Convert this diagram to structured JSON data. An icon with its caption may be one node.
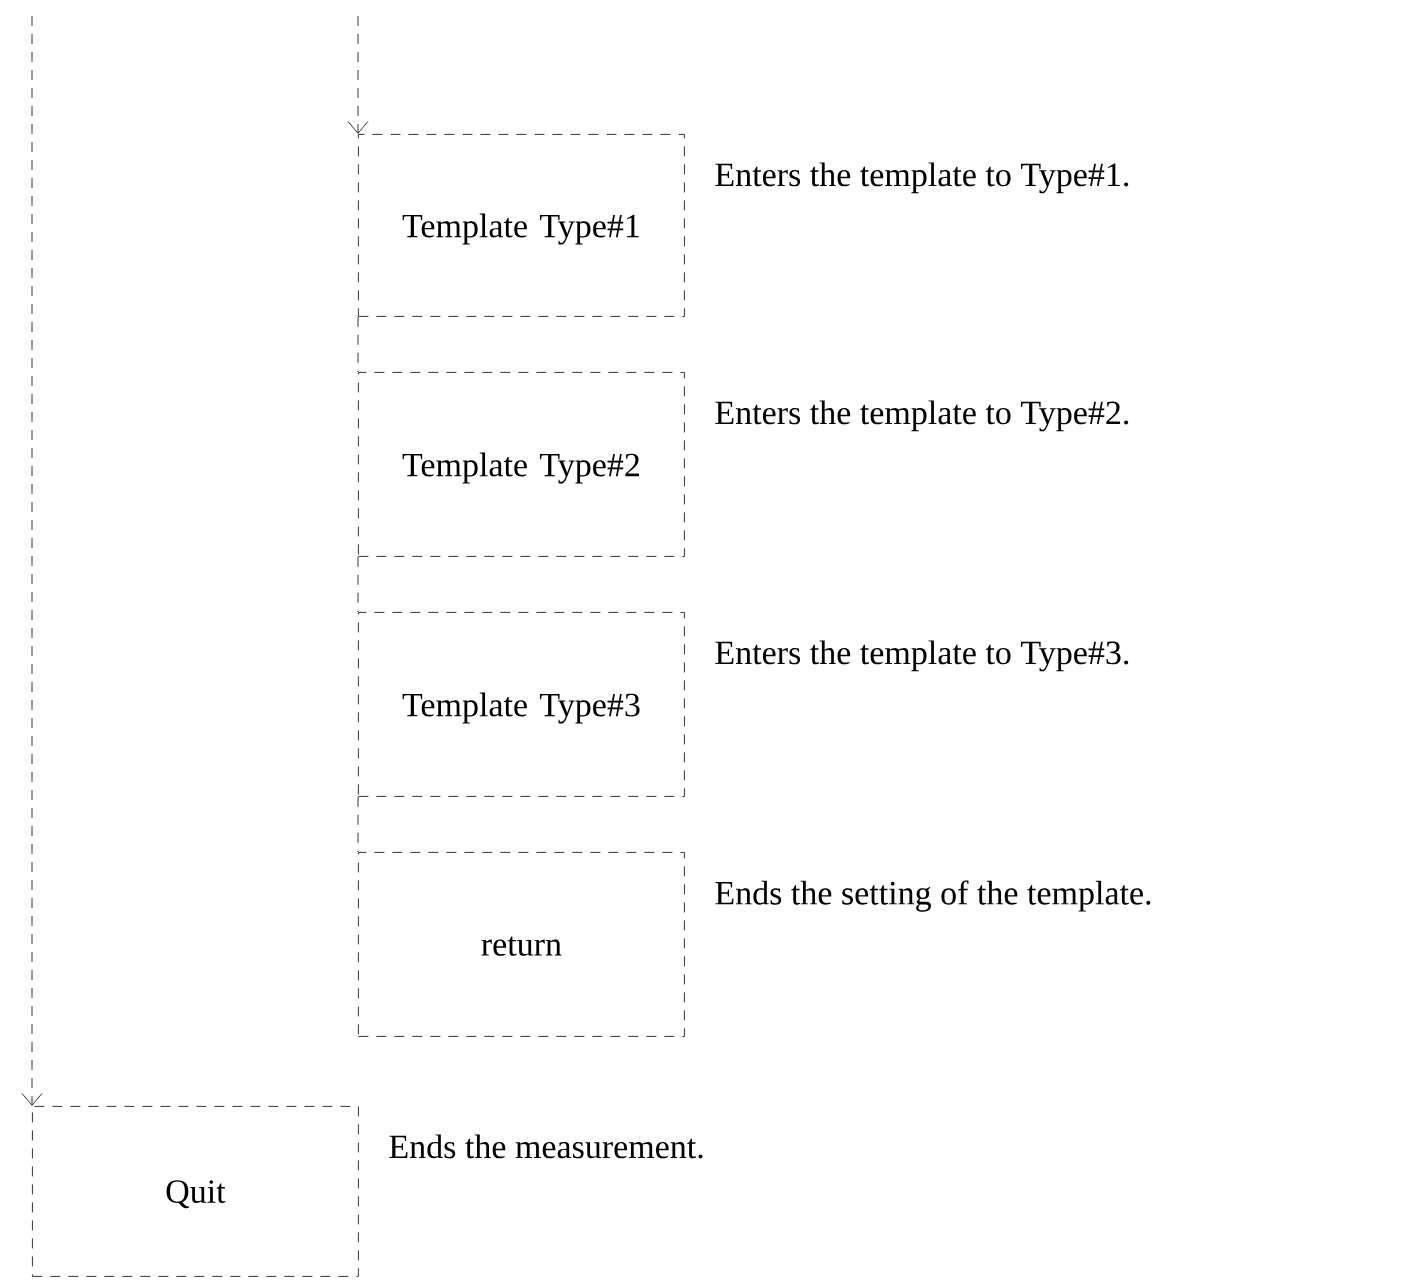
{
  "diagram": {
    "nodes": [
      {
        "text": [
          "Template Type#1"
        ],
        "beside": [
          "Enters the template to Type#1."
        ]
      },
      {
        "text": [
          "Template Type#2"
        ],
        "beside": [
          "Enters the template to Type#2."
        ]
      },
      {
        "text": [
          "Template Type#3"
        ],
        "beside": [
          "Enters the template to Type#3."
        ]
      },
      {
        "text": [
          "return"
        ],
        "beside": [
          "Ends the setting of the template."
        ]
      },
      {
        "text": [
          "Quit"
        ],
        "beside": [
          "Ends the measurement."
        ]
      }
    ],
    "edges": [
      {
        "from": null,
        "to": 0,
        "arrow": "to"
      },
      {
        "from": 0,
        "to": 1,
        "arrow": "none"
      },
      {
        "from": 1,
        "to": 2,
        "arrow": "none"
      },
      {
        "from": 2,
        "to": 3,
        "arrow": "none"
      },
      {
        "from": null,
        "to": 4,
        "arrow": "to"
      }
    ]
  }
}
